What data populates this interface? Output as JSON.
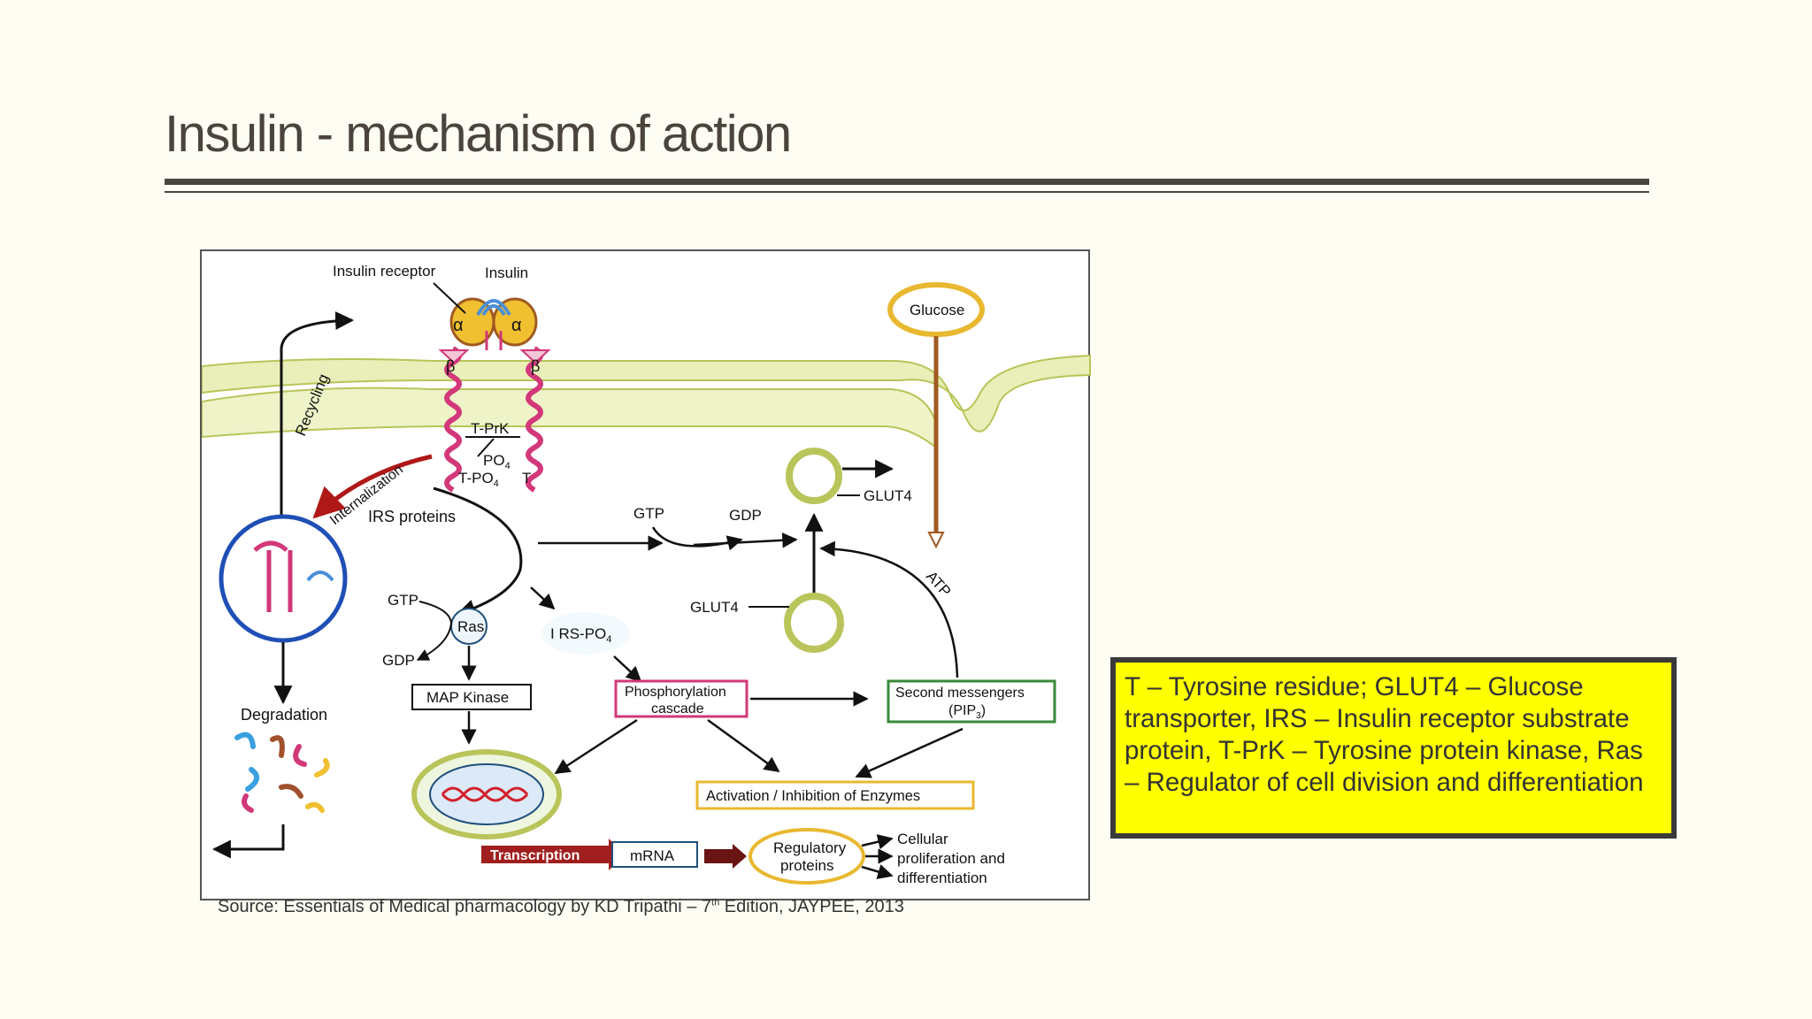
{
  "slide": {
    "title": "Insulin - mechanism of action",
    "source_prefix": "Source: Essentials of Medical pharmacology by KD Tripathi – 7",
    "source_sup": "th",
    "source_suffix": " Edition, JAYPEE, 2013",
    "legend": "T – Tyrosine residue; GLUT4 – Glucose transporter, IRS – Insulin receptor substrate protein, T-PrK – Tyrosine protein kinase, Ras – Regulator of cell division and differentiation"
  },
  "diagram": {
    "insulin_receptor": "Insulin receptor",
    "insulin": "Insulin",
    "alpha": "α",
    "beta": "β",
    "t_prk": "T-PrK",
    "po4": "PO",
    "po4_sub": "4",
    "t_po4": "T-PO",
    "t_po4_sub": "4",
    "t": "T",
    "recycling": "Recycling",
    "internalization": "Internalization",
    "irs_proteins": "IRS proteins",
    "gtp_top": "GTP",
    "gdp_top": "GDP",
    "gtp_left": "GTP",
    "gdp_left": "GDP",
    "ras": "Ras",
    "irs_po4": "I RS-PO",
    "irs_po4_sub": "4",
    "glut4_top": "GLUT4",
    "glut4_mid": "GLUT4",
    "glucose": "Glucose",
    "atp": "ATP",
    "degradation": "Degradation",
    "map_kinase": "MAP Kinase",
    "phos_line1": "Phosphorylation",
    "phos_line2": "cascade",
    "second_line1": "Second messengers",
    "second_line2_a": "(PIP",
    "second_line2_sub": "3",
    "second_line2_b": ")",
    "activation": "Activation / Inhibition of Enzymes",
    "transcription": "Transcription",
    "mrna": "mRNA",
    "regulatory_line1": "Regulatory",
    "regulatory_line2": "proteins",
    "cellular_line1": "Cellular",
    "cellular_line2": "proliferation and",
    "cellular_line3": "differentiation"
  },
  "colors": {
    "background": "#fdfdf3",
    "title_text": "#4a443c",
    "legend_fill": "#ffff00",
    "membrane": "#e9efb8",
    "helix": "#d2387a",
    "internalization_arrow": "#b01818",
    "transcription_arrow": "#a01e1e",
    "vesicle_border": "#1f4fb6"
  }
}
